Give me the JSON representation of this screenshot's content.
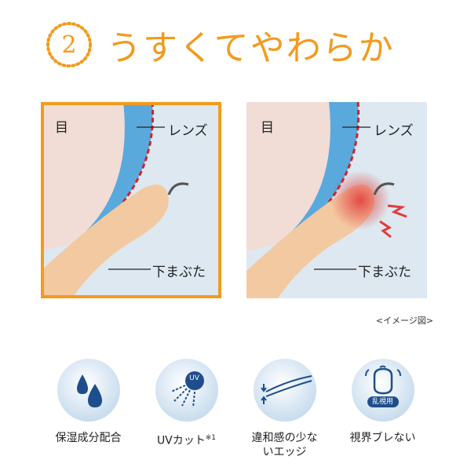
{
  "header": {
    "number": "2",
    "title": "うすくてやわらか"
  },
  "diagrams": {
    "left": {
      "eye_label": "目",
      "lens_label": "レンズ",
      "lid_label": "下まぶた"
    },
    "right": {
      "eye_label": "目",
      "lens_label": "レンズ",
      "lid_label": "下まぶた"
    }
  },
  "caption": "<イメージ図>",
  "features": [
    {
      "label": "保湿成分配合",
      "icon": "water-drops-icon"
    },
    {
      "label": "UVカット",
      "footnote": "※1",
      "icon": "uv-icon",
      "icon_text": "UV"
    },
    {
      "label": "違和感の少な\nいエッジ",
      "icon": "thin-edge-icon"
    },
    {
      "label": "視界ブレない",
      "icon": "stabilized-vision-icon",
      "icon_text": "乱視用"
    }
  ],
  "colors": {
    "accent": "#f39a1e",
    "lens": "#5aa9dc",
    "eyelid": "#f3c9a2",
    "pain": "#e23c3c"
  }
}
